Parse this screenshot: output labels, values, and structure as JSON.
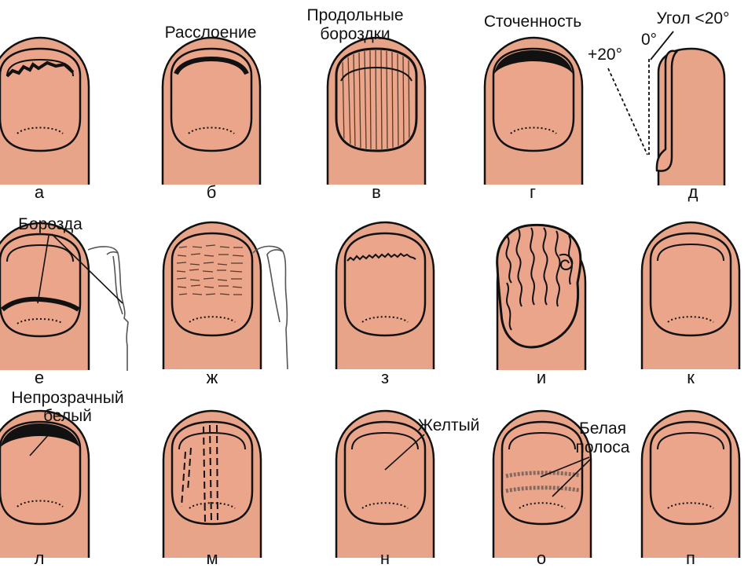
{
  "colors": {
    "skin": "#E8A488",
    "nail": "#EAA58A",
    "outline": "#111111",
    "thin_outline": "#555555",
    "white_area": "#ffffff"
  },
  "panels": [
    {
      "letter": "а",
      "kind": "split-edge"
    },
    {
      "letter": "б",
      "kind": "layering"
    },
    {
      "letter": "в",
      "kind": "longitudinal-grooves"
    },
    {
      "letter": "г",
      "kind": "thinning"
    },
    {
      "letter": "д",
      "kind": "angle"
    },
    {
      "letter": "е",
      "kind": "transverse-groove"
    },
    {
      "letter": "ж",
      "kind": "waves"
    },
    {
      "letter": "з",
      "kind": "ragged-edge"
    },
    {
      "letter": "и",
      "kind": "dystrophy"
    },
    {
      "letter": "к",
      "kind": "normal"
    },
    {
      "letter": "л",
      "kind": "opaque-white"
    },
    {
      "letter": "м",
      "kind": "dashed-stripes"
    },
    {
      "letter": "н",
      "kind": "yellow"
    },
    {
      "letter": "о",
      "kind": "white-bands"
    },
    {
      "letter": "п",
      "kind": "normal"
    }
  ],
  "annotations": {
    "layering": "Расслоение",
    "grooves_line1": "Продольные",
    "grooves_line2": "бороздки",
    "thinning": "Сточенность",
    "angle_label": "Угол <20°",
    "zero_deg": "0°",
    "plus20": "+20°",
    "groove": "Борозда",
    "opaque_line1": "Непрозрачный",
    "opaque_line2": "белый",
    "yellow": "Желтый",
    "band_line1": "Белая",
    "band_line2": "полоса"
  }
}
